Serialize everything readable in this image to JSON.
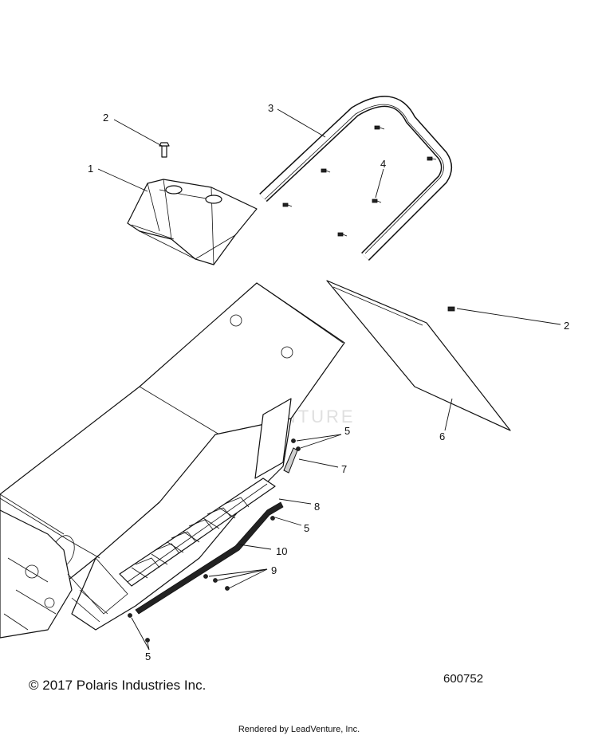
{
  "watermark": "LEADVENTURE",
  "callouts": [
    "1",
    "2",
    "3",
    "4",
    "2",
    "6",
    "5",
    "7",
    "8",
    "5",
    "10",
    "9",
    "5"
  ],
  "footer": {
    "copyright": "© 2017 Polaris Industries Inc.",
    "diagram_id": "600752",
    "rendered_by": "Rendered by LeadVenture, Inc."
  }
}
